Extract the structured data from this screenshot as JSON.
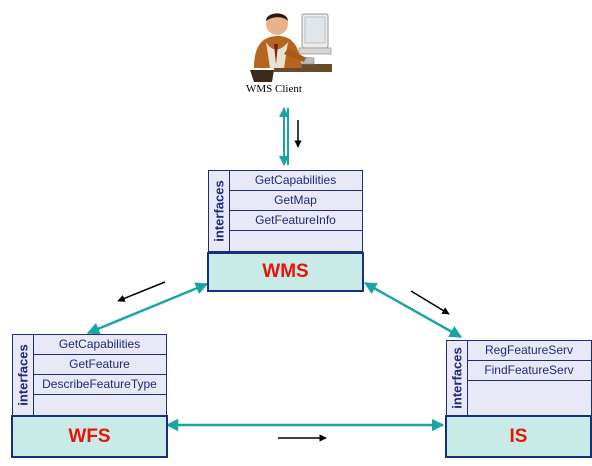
{
  "client": {
    "label": "WMS Client",
    "icon": "person-at-computer-icon"
  },
  "interface_label": "interfaces",
  "services": {
    "wms": {
      "name": "WMS",
      "operations": [
        "GetCapabilities",
        "GetMap",
        "GetFeatureInfo"
      ]
    },
    "wfs": {
      "name": "WFS",
      "operations": [
        "GetCapabilities",
        "GetFeature",
        "DescribeFeatureType"
      ]
    },
    "is": {
      "name": "IS",
      "operations": [
        "RegFeatureServ",
        "FindFeatureServ"
      ]
    }
  },
  "colors": {
    "service_fill": "#c8ebe8",
    "service_border": "#1a2f7a",
    "service_text": "#e8140a",
    "connector": "#1aa5a5",
    "interface_fill": "#e8e8f7",
    "interface_text": "#1e2a7a"
  }
}
